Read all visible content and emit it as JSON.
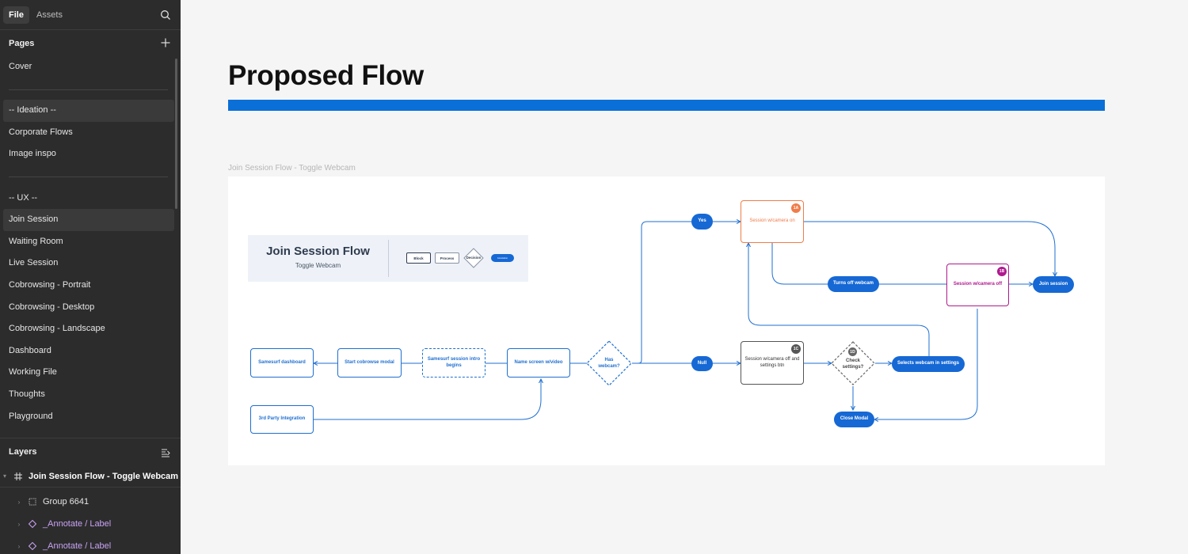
{
  "sidebar": {
    "tabs": [
      "File",
      "Assets"
    ],
    "pages_heading": "Pages",
    "pages": [
      {
        "label": "Cover"
      },
      {
        "divider": true
      },
      {
        "label": "-- Ideation --",
        "selected": true
      },
      {
        "label": "Corporate Flows"
      },
      {
        "label": "Image inspo"
      },
      {
        "divider": true
      },
      {
        "label": "-- UX --"
      },
      {
        "label": "Join Session",
        "selected": true
      },
      {
        "label": "Waiting Room"
      },
      {
        "label": "Live Session"
      },
      {
        "label": "Cobrowsing - Portrait"
      },
      {
        "label": "Cobrowsing - Desktop"
      },
      {
        "label": "Cobrowsing - Landscape"
      },
      {
        "label": "Dashboard"
      },
      {
        "label": "Working File"
      },
      {
        "label": "Thoughts"
      },
      {
        "label": "Playground"
      }
    ],
    "layers_heading": "Layers",
    "layers": [
      {
        "label": "Join Session Flow - Toggle Webcam",
        "icon": "frame-icon"
      },
      {
        "label": "Group 6641",
        "icon": "group-icon"
      },
      {
        "label": "_Annotate / Label",
        "icon": "component-icon"
      },
      {
        "label": "_Annotate / Label",
        "icon": "component-icon"
      }
    ]
  },
  "canvas": {
    "title": "Proposed Flow",
    "frame_label": "Join Session Flow - Toggle Webcam",
    "legend": {
      "title": "Join Session Flow",
      "subtitle": "Toggle Webcam",
      "items": [
        "Block",
        "Process",
        "Decision",
        "Annotation"
      ]
    },
    "nodes": {
      "samesurf_dashboard": "Samesurf dashboard",
      "start_cobrowse": "Start cobrowse modal",
      "intro": "Samesurf session intro begins",
      "name_screen": "Name screen w/video",
      "has_webcam": "Has webcam?",
      "third_party": "3rd Party Integration",
      "yes": "Yes",
      "null": "Null",
      "camera_on": "Session w/camera on",
      "camera_off": "Session w/camera off",
      "camera_off_settings": "Session w/camera off and settings btn",
      "turns_off": "Turns off webcam",
      "join_session": "Join session",
      "check_settings": "Check settings?",
      "selects_webcam": "Selects webcam in settings",
      "close_modal": "Close Modal",
      "badge_1a": "1A",
      "badge_1b": "1B",
      "badge_1c": "1C",
      "badge_1d": "1D"
    },
    "colors": {
      "accent": "#0a6fd6",
      "flow_blue": "#1f6fd1",
      "orange": "#f07c4a",
      "magenta": "#b0198e",
      "grey": "#555555"
    }
  }
}
